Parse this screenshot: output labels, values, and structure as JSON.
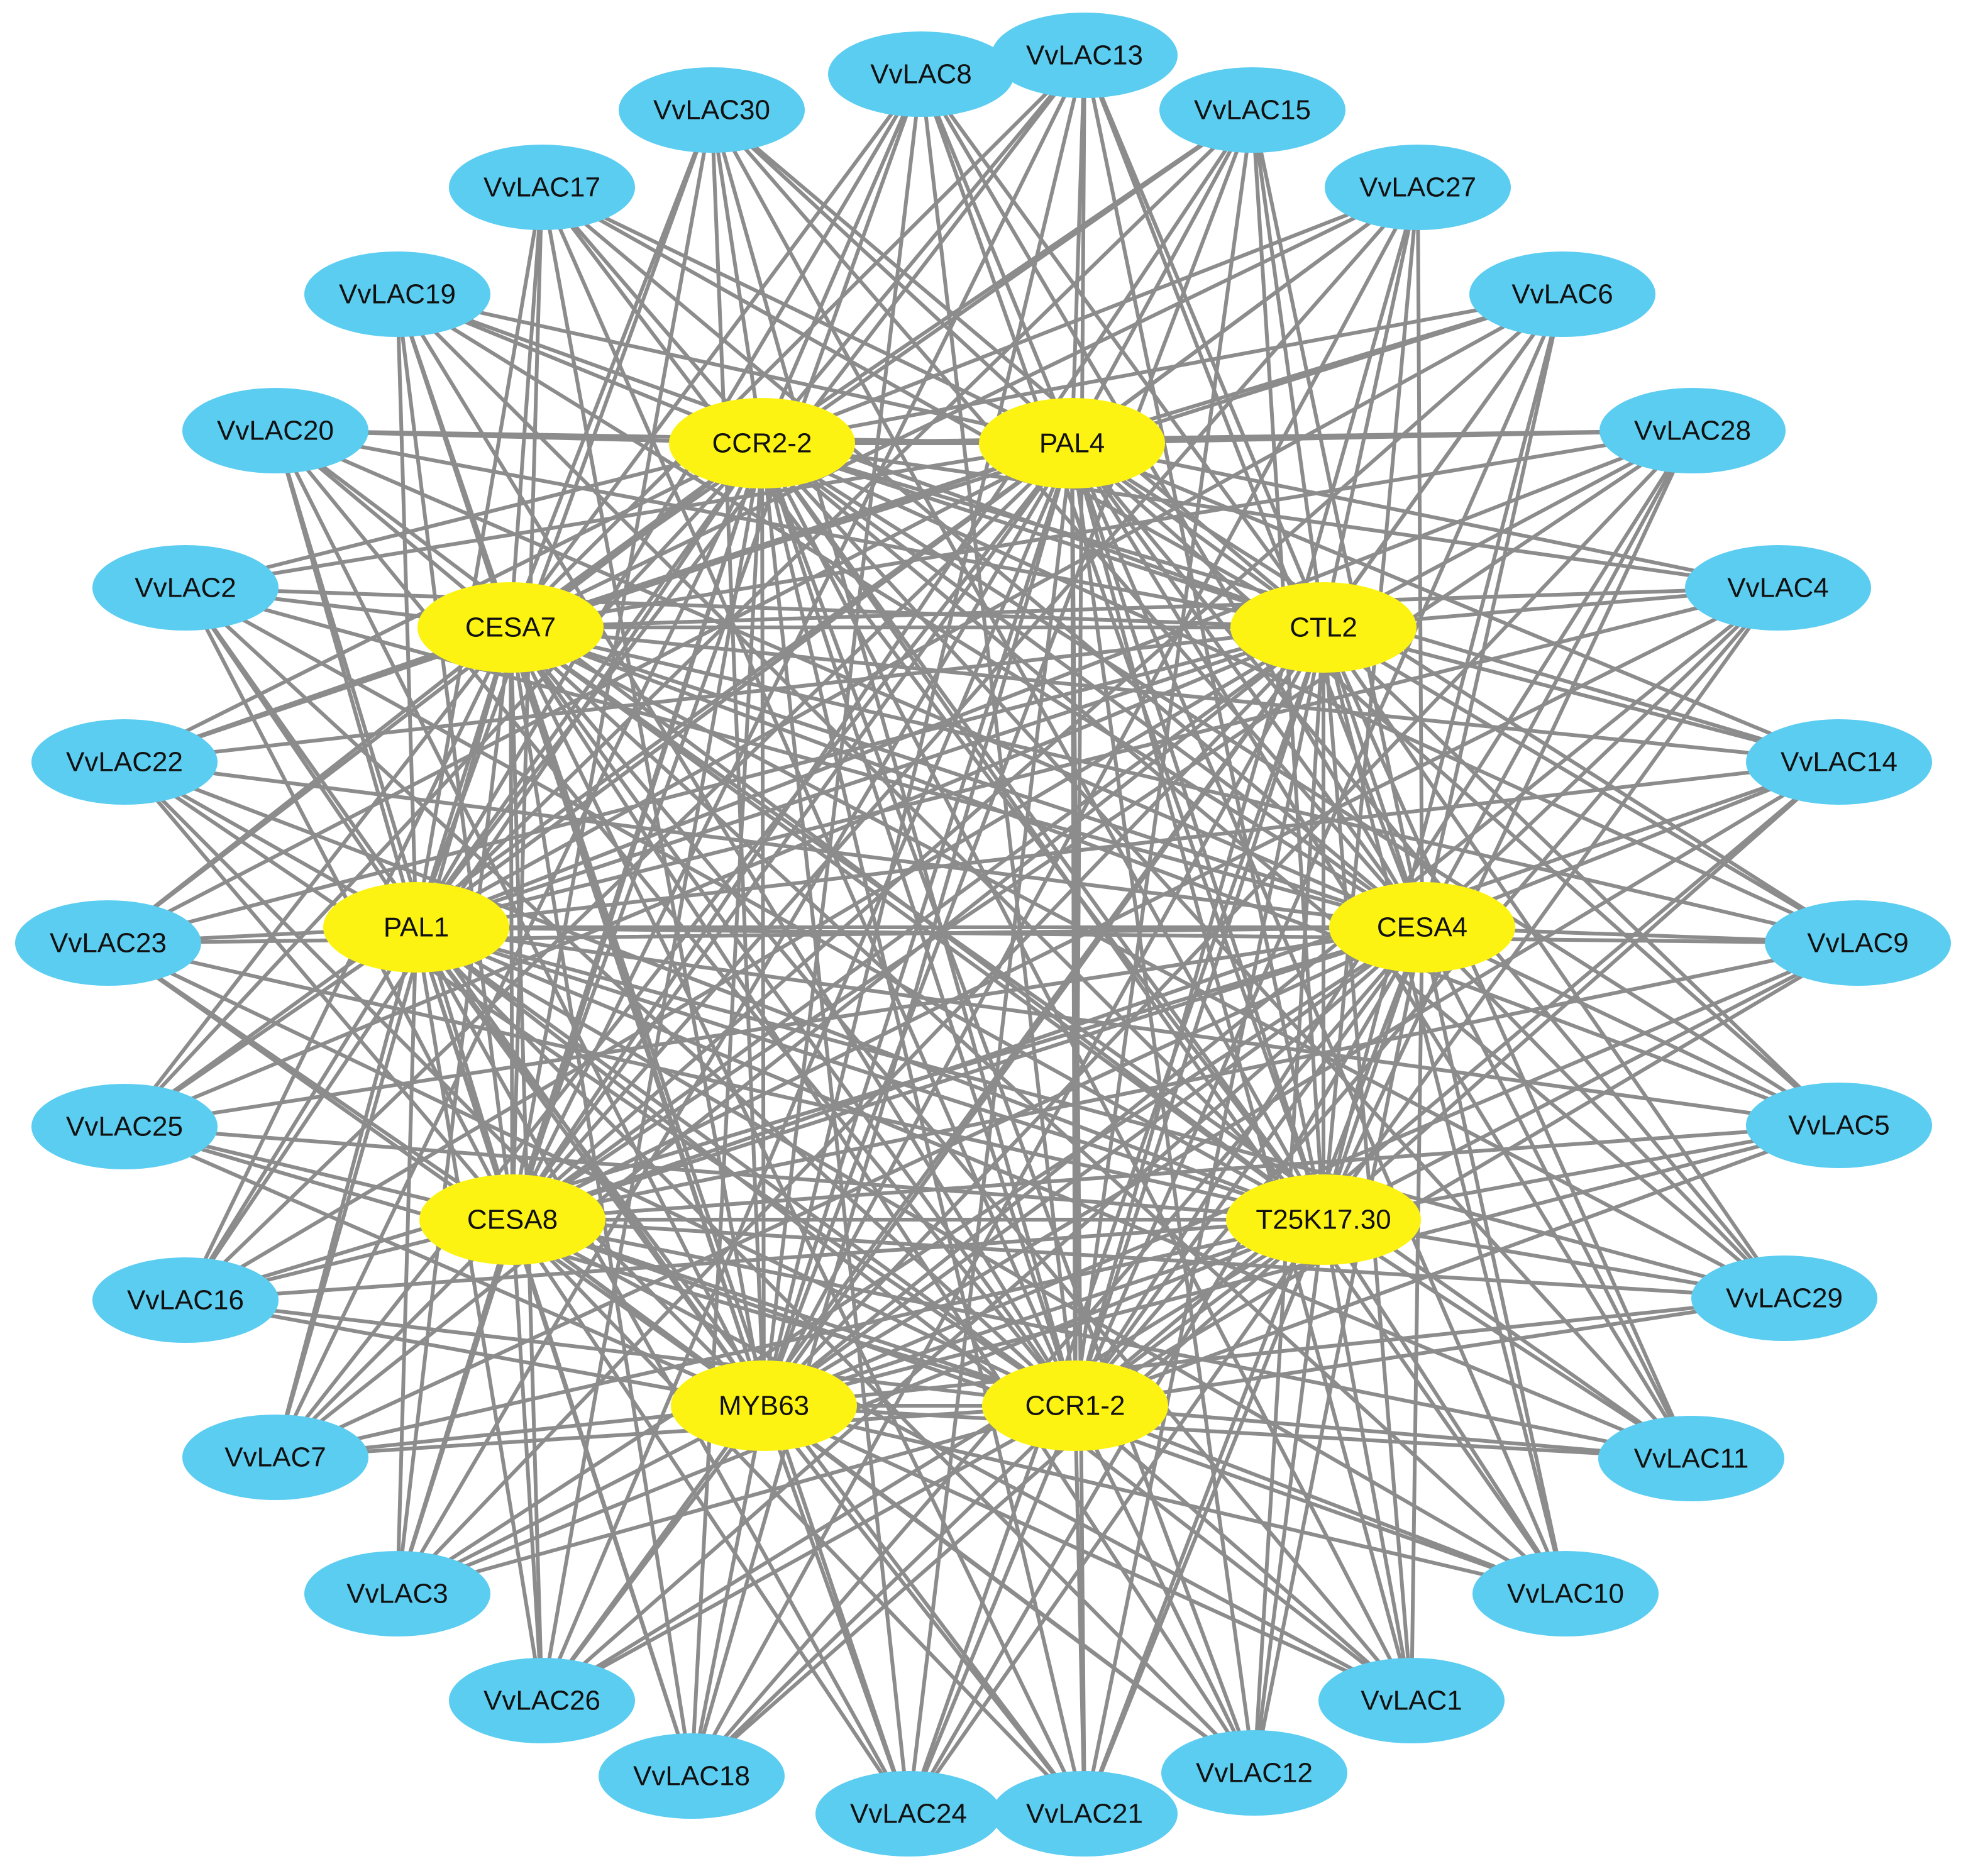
{
  "colors": {
    "edge": "#8c8c8c",
    "hub_fill": "#fdf312",
    "laccase_fill": "#5bcdf1",
    "label_text": "#111111",
    "background": "#ffffff"
  },
  "hubs": [
    {
      "id": "CCR2-2",
      "label": "CCR2-2"
    },
    {
      "id": "PAL4",
      "label": "PAL4"
    },
    {
      "id": "CESA7",
      "label": "CESA7"
    },
    {
      "id": "CTL2",
      "label": "CTL2"
    },
    {
      "id": "PAL1",
      "label": "PAL1"
    },
    {
      "id": "CESA4",
      "label": "CESA4"
    },
    {
      "id": "CESA8",
      "label": "CESA8"
    },
    {
      "id": "T25K17.30",
      "label": "T25K17.30"
    },
    {
      "id": "MYB63",
      "label": "MYB63"
    },
    {
      "id": "CCR1-2",
      "label": "CCR1-2"
    }
  ],
  "laccases": [
    {
      "id": "VvLAC13",
      "label": "VvLAC13"
    },
    {
      "id": "VvLAC15",
      "label": "VvLAC15"
    },
    {
      "id": "VvLAC27",
      "label": "VvLAC27"
    },
    {
      "id": "VvLAC6",
      "label": "VvLAC6"
    },
    {
      "id": "VvLAC28",
      "label": "VvLAC28"
    },
    {
      "id": "VvLAC4",
      "label": "VvLAC4"
    },
    {
      "id": "VvLAC14",
      "label": "VvLAC14"
    },
    {
      "id": "VvLAC9",
      "label": "VvLAC9"
    },
    {
      "id": "VvLAC5",
      "label": "VvLAC5"
    },
    {
      "id": "VvLAC29",
      "label": "VvLAC29"
    },
    {
      "id": "VvLAC11",
      "label": "VvLAC11"
    },
    {
      "id": "VvLAC10",
      "label": "VvLAC10"
    },
    {
      "id": "VvLAC1",
      "label": "VvLAC1"
    },
    {
      "id": "VvLAC12",
      "label": "VvLAC12"
    },
    {
      "id": "VvLAC21",
      "label": "VvLAC21"
    },
    {
      "id": "VvLAC24",
      "label": "VvLAC24"
    },
    {
      "id": "VvLAC18",
      "label": "VvLAC18"
    },
    {
      "id": "VvLAC26",
      "label": "VvLAC26"
    },
    {
      "id": "VvLAC3",
      "label": "VvLAC3"
    },
    {
      "id": "VvLAC7",
      "label": "VvLAC7"
    },
    {
      "id": "VvLAC16",
      "label": "VvLAC16"
    },
    {
      "id": "VvLAC25",
      "label": "VvLAC25"
    },
    {
      "id": "VvLAC23",
      "label": "VvLAC23"
    },
    {
      "id": "VvLAC22",
      "label": "VvLAC22"
    },
    {
      "id": "VvLAC2",
      "label": "VvLAC2"
    },
    {
      "id": "VvLAC20",
      "label": "VvLAC20"
    },
    {
      "id": "VvLAC19",
      "label": "VvLAC19"
    },
    {
      "id": "VvLAC17",
      "label": "VvLAC17"
    },
    {
      "id": "VvLAC30",
      "label": "VvLAC30"
    },
    {
      "id": "VvLAC8",
      "label": "VvLAC8"
    }
  ]
}
